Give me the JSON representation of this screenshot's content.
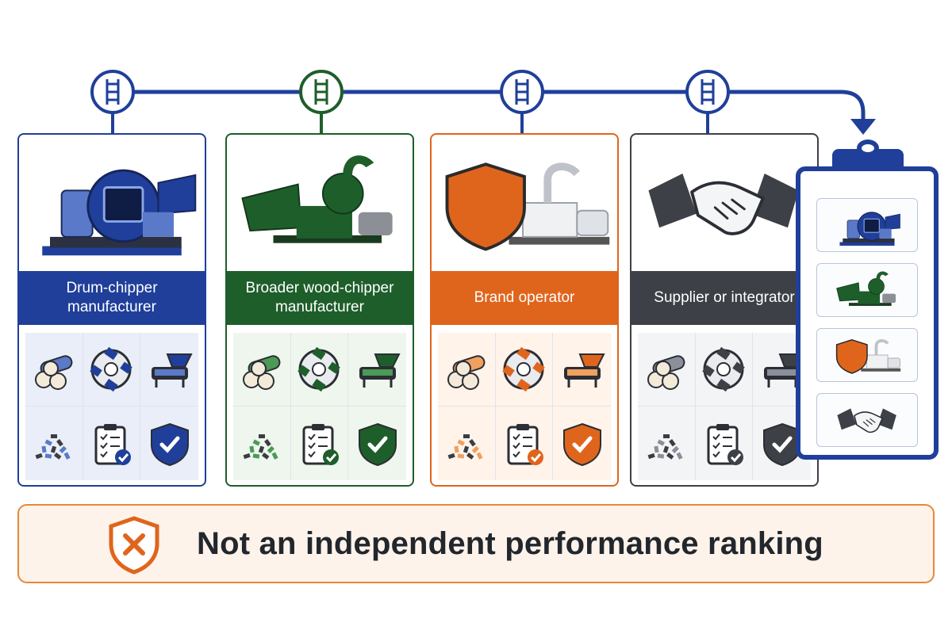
{
  "colors": {
    "blue": "#1f3f9a",
    "green": "#1e5e2a",
    "orange": "#e0651c",
    "gray": "#3d4047",
    "banner_fill": "#fdf3ea",
    "banner_border": "#e8873a"
  },
  "ladder_icons": [
    "ladder-icon",
    "ladder-icon",
    "ladder-icon",
    "ladder-icon"
  ],
  "cards": [
    {
      "label": "Drum-chipper manufacturer",
      "theme": "blue",
      "hero_icon": "drum-chipper-machine-icon",
      "grid_icons": [
        "logs-icon",
        "chipper-blade-disc-icon",
        "feed-hopper-icon",
        "wood-chips-pile-icon",
        "checklist-clipboard-icon",
        "shield-check-icon"
      ]
    },
    {
      "label": "Broader wood-chipper manufacturer",
      "theme": "green",
      "hero_icon": "wood-chipper-machine-icon",
      "grid_icons": [
        "logs-icon",
        "chipper-blade-disc-icon",
        "feed-hopper-icon",
        "wood-chips-pile-icon",
        "checklist-clipboard-icon",
        "shield-check-icon"
      ]
    },
    {
      "label": "Brand operator",
      "theme": "orange",
      "hero_icon": "shield-machine-icon",
      "grid_icons": [
        "logs-icon",
        "chipper-blade-disc-icon",
        "feed-hopper-icon",
        "wood-chips-pile-icon",
        "checklist-clipboard-icon",
        "shield-check-icon"
      ]
    },
    {
      "label": "Supplier or integrator",
      "theme": "gray",
      "hero_icon": "handshake-icon",
      "grid_icons": [
        "logs-icon",
        "chipper-blade-disc-icon",
        "feed-hopper-icon",
        "wood-chips-pile-icon",
        "checklist-clipboard-icon",
        "shield-check-icon"
      ]
    }
  ],
  "clipboard_icons": [
    "drum-chipper-machine-icon",
    "wood-chipper-machine-icon",
    "shield-machine-icon",
    "handshake-icon"
  ],
  "banner": {
    "text": "Not an independent performance ranking",
    "icon": "shield-x-icon"
  }
}
